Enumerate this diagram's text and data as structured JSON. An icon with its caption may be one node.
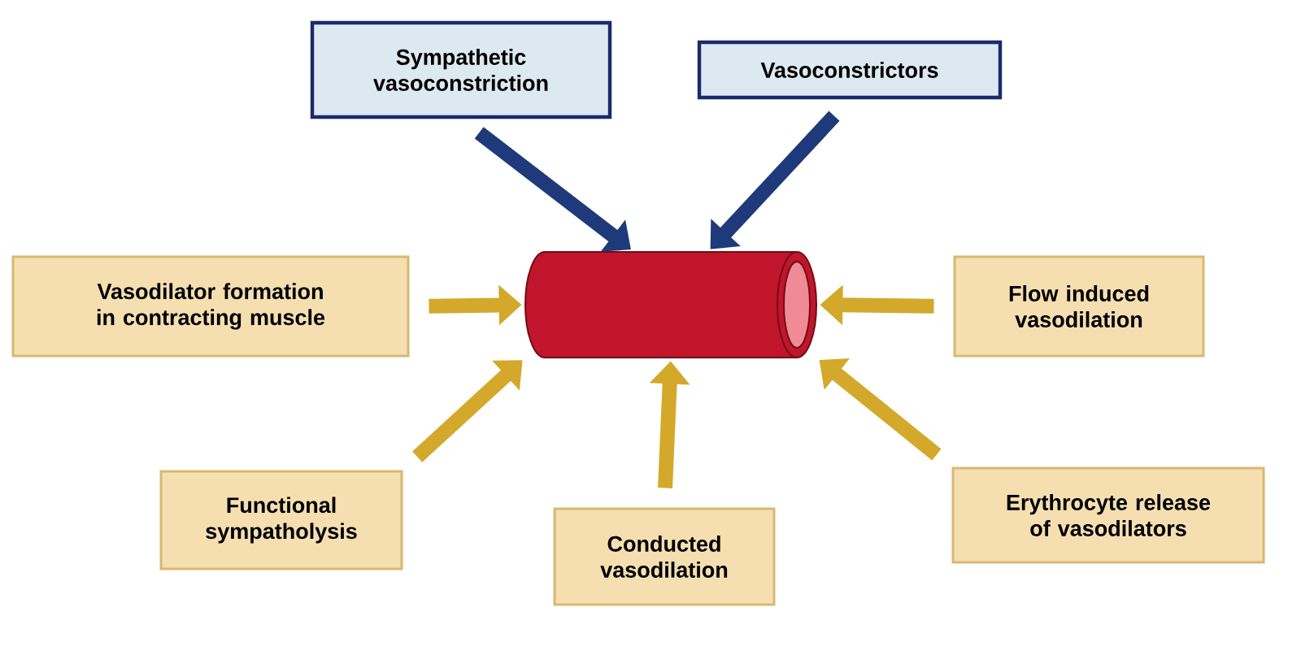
{
  "diagram": {
    "nodes": [
      {
        "text": [
          "Sympathetic vasoconstriction"
        ]
      },
      {
        "text": [
          "Vasoconstrictors"
        ]
      },
      {
        "text": [
          "Vasodilator formation in contracting muscle"
        ]
      },
      {
        "text": [],
        "shape": "cylinder"
      },
      {
        "text": [
          "Flow induced vasodilation"
        ]
      },
      {
        "text": [
          "Functional sympatholysis"
        ]
      },
      {
        "text": [
          "Conducted vasodilation"
        ]
      },
      {
        "text": [
          "Erythrocyte release of vasodilators"
        ]
      }
    ],
    "edges": [
      {
        "from": 0,
        "to": 3,
        "arrow": "to",
        "color": "#1f3a7a"
      },
      {
        "from": 1,
        "to": 3,
        "arrow": "to",
        "color": "#1f3a7a"
      },
      {
        "from": 2,
        "to": 3,
        "arrow": "to"
      },
      {
        "from": 4,
        "to": 3,
        "arrow": "to"
      },
      {
        "from": 5,
        "to": 3,
        "arrow": "to"
      },
      {
        "from": 6,
        "to": 3,
        "arrow": "to"
      },
      {
        "from": 7,
        "to": 3,
        "arrow": "to"
      }
    ]
  }
}
